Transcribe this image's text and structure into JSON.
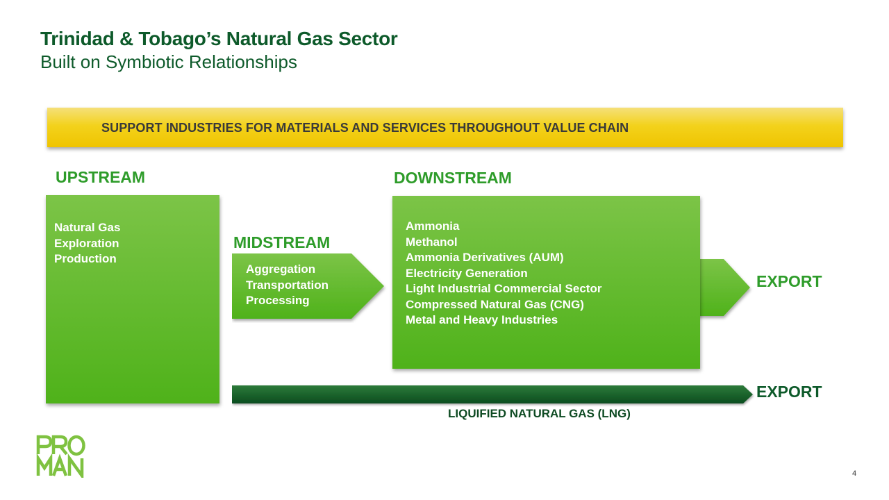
{
  "header": {
    "title": "Trinidad & Tobago’s Natural Gas Sector",
    "subtitle": "Built on Symbiotic Relationships"
  },
  "banner": {
    "text": "SUPPORT INDUSTRIES FOR MATERIALS AND SERVICES THROUGHOUT VALUE CHAIN"
  },
  "upstream": {
    "label": "UPSTREAM",
    "items": [
      "Natural Gas",
      "Exploration",
      "Production"
    ]
  },
  "midstream": {
    "label": "MIDSTREAM",
    "items": [
      "Aggregation",
      "Transportation",
      "Processing"
    ]
  },
  "downstream": {
    "label": "DOWNSTREAM",
    "items": [
      "Ammonia",
      "Methanol",
      "Ammonia Derivatives (AUM)",
      "Electricity Generation",
      "Light Industrial Commercial Sector",
      "Compressed Natural Gas (CNG)",
      "Metal and Heavy Industries"
    ]
  },
  "exports": {
    "downstream_export": "EXPORT",
    "lng_export": "EXPORT",
    "lng_label": "LIQUIFIED NATURAL GAS (LNG)"
  },
  "logo": {
    "name": "PROMAN",
    "line1": "PRO",
    "line2": "MAN",
    "color": "#7fc241"
  },
  "page": {
    "number": "4"
  },
  "colors": {
    "dark_green": "#0d5a2a",
    "mid_green": "#2e9c2a",
    "box_green": "#55b521",
    "banner_yellow": "#f3d21c"
  }
}
